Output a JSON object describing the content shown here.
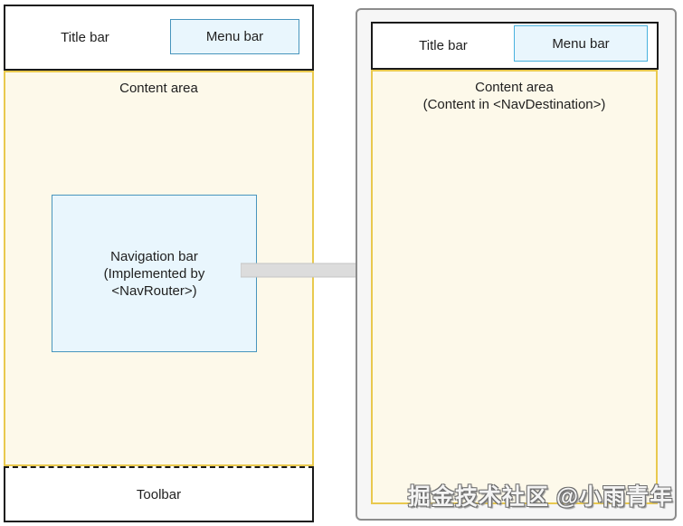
{
  "colors": {
    "panel_border": "#1a1a1a",
    "content_fill": "#fdf9ea",
    "content_border": "#e9c94e",
    "blue_fill": "#e9f6fd",
    "blue_border": "#4895bd",
    "blue_border_bright": "#49b2de",
    "frame_border": "#8c8c8c",
    "frame_fill": "#f6f6f6",
    "arrow_fill": "#dcdcdc",
    "arrow_stroke": "#c4c4c4",
    "text_color": "#1f1f1f"
  },
  "left_phone": {
    "title_bar_label": "Title bar",
    "menu_bar_label": "Menu bar",
    "content_area_label": "Content area",
    "navigation_bar_label": "Navigation bar\n(Implemented by\n<NavRouter>)",
    "toolbar_label": "Toolbar"
  },
  "right_phone": {
    "title_bar_label": "Title bar",
    "menu_bar_label": "Menu bar",
    "content_area_label": "Content area\n(Content in <NavDestination>)"
  },
  "watermark": "掘金技术社区 @小雨青年"
}
